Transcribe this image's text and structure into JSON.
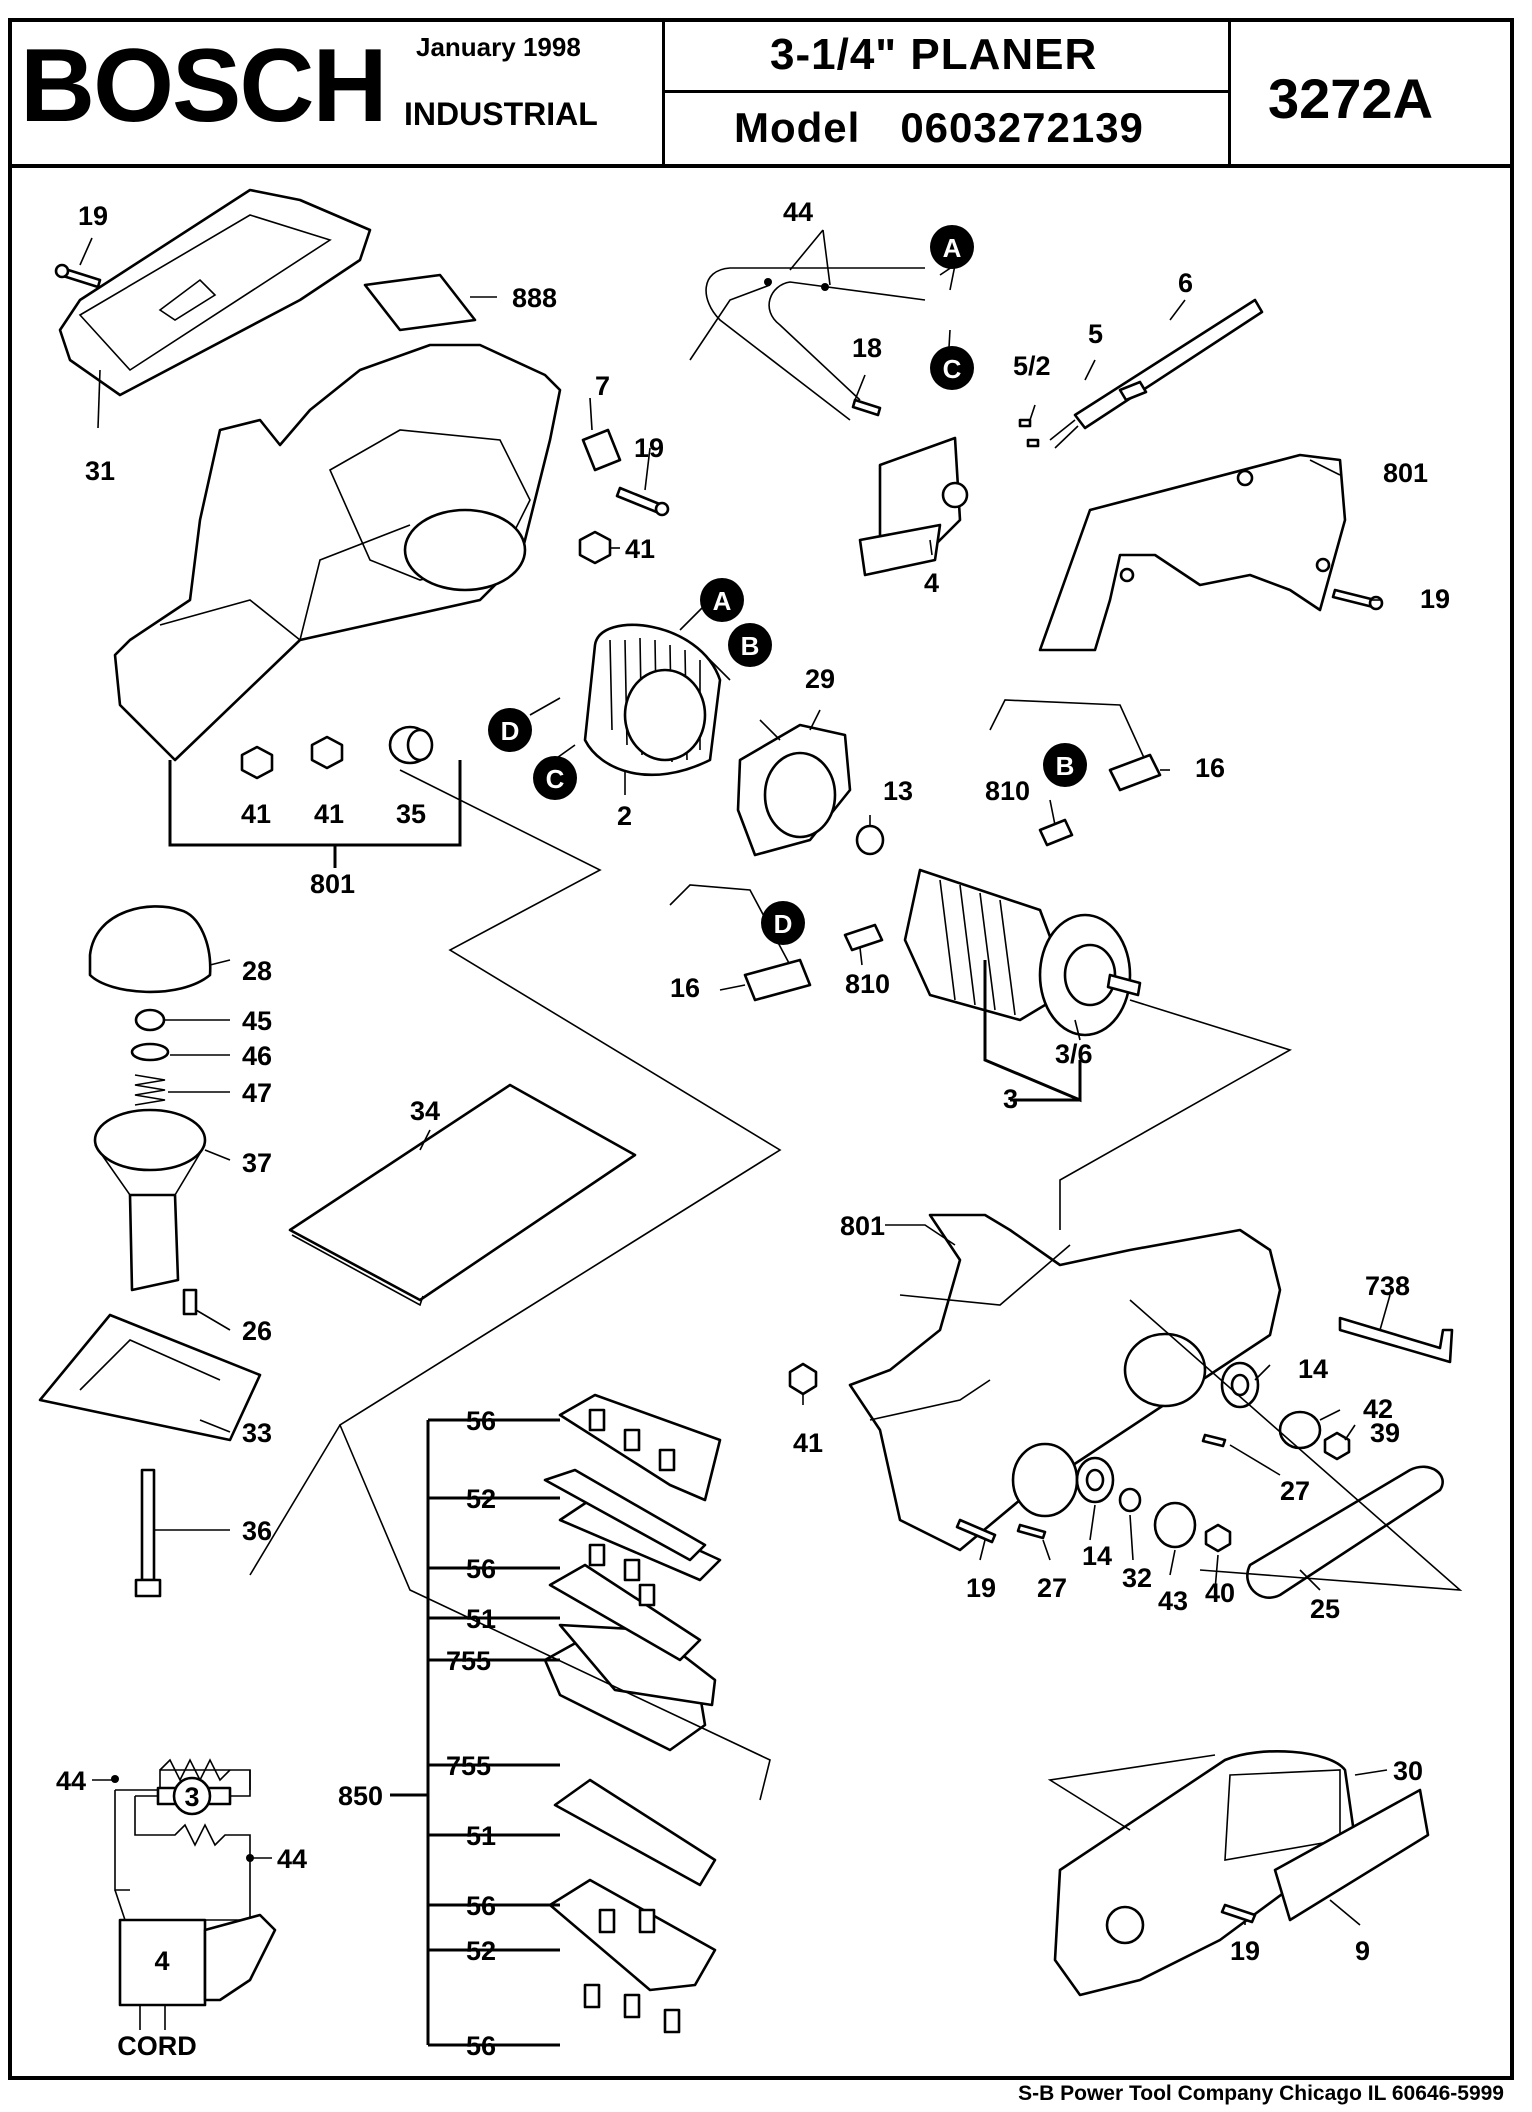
{
  "header": {
    "brand": "BOSCH",
    "date": "January  1998",
    "division": "INDUSTRIAL",
    "title": "3-1/4\"  PLANER",
    "model_label": "Model",
    "model_number": "0603272139",
    "drawing_code": "3272A"
  },
  "footer": {
    "company": "S-B Power Tool Company  Chicago IL 60646-5999"
  },
  "callouts": {
    "A": "A",
    "B": "B",
    "C": "C",
    "D": "D"
  },
  "part_labels": {
    "p19": "19",
    "p31": "31",
    "p888": "888",
    "p7": "7",
    "p41": "41",
    "p35": "35",
    "p801": "801",
    "p44": "44",
    "p18": "18",
    "p4": "4",
    "p6": "6",
    "p5": "5",
    "p5_2": "5/2",
    "p2": "2",
    "p29": "29",
    "p13": "13",
    "p16": "16",
    "p810": "810",
    "p3": "3",
    "p3_6": "3/6",
    "p28": "28",
    "p45": "45",
    "p46": "46",
    "p47": "47",
    "p37": "37",
    "p26": "26",
    "p33": "33",
    "p36": "36",
    "p34": "34",
    "p738": "738",
    "p14": "14",
    "p42": "42",
    "p39": "39",
    "p27": "27",
    "p32": "32",
    "p43": "43",
    "p40": "40",
    "p25": "25",
    "p56": "56",
    "p52": "52",
    "p51": "51",
    "p755": "755",
    "p850": "850",
    "p30": "30",
    "p9": "9",
    "cord": "CORD"
  }
}
